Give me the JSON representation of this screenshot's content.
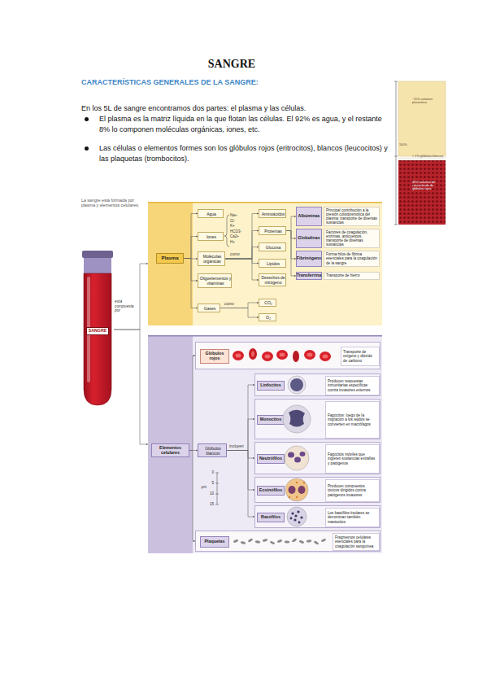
{
  "diagram": {
    "title": "SANGRE",
    "nodes": [
      {
        "text": [
          "SANGRE"
        ]
      },
      {
        "text": [
          "Plasma"
        ]
      },
      {
        "text": [
          "Agua"
        ],
        "in": 1
      },
      {
        "text": [
          "Iones"
        ],
        "in": 1
      },
      {
        "text": [
          "Moléculas orgánicas"
        ],
        "in": 1
      },
      {
        "text": [
          "Oligoelementos y vitaminas"
        ],
        "in": 1
      },
      {
        "text": [
          "Gases"
        ],
        "in": 1
      },
      {
        "text": [
          "Aminoácidos"
        ],
        "in": 1
      },
      {
        "text": [
          "Proteínas"
        ],
        "in": 1
      },
      {
        "text": [
          "Glucosa"
        ],
        "in": 1
      },
      {
        "text": [
          "Lípidos"
        ],
        "in": 1
      },
      {
        "text": [
          "Desechos de nitrógeno"
        ],
        "in": 1
      },
      {
        "text": [
          "CO₂"
        ],
        "in": 1
      },
      {
        "text": [
          "O₂"
        ],
        "in": 1
      },
      {
        "text": [
          "Albúminas",
          "Principal contribución a la presión coloidosmótica del plasma; transporte de diversas sustancias"
        ],
        "in": 1
      },
      {
        "text": [
          "Globulinas",
          "Factores de coagulación, enzimas, anticuerpos, transporte de diversas sustancias"
        ],
        "in": 1
      },
      {
        "text": [
          "Fibrinógeno",
          "Forma hilos de fibrina esenciales para la coagulación de la sangre"
        ],
        "in": 1
      },
      {
        "text": [
          "Transferrina",
          "Transporte de hierro"
        ],
        "in": 1
      },
      {
        "text": [
          "Elementos celulares"
        ]
      },
      {
        "text": [
          "Glóbulos rojos",
          "Transporte de oxígeno y dióxido de carbono"
        ],
        "in": 18
      },
      {
        "text": [
          "Glóbulos blancos"
        ],
        "in": 18
      },
      {
        "text": [
          "Linfocitos",
          "Producen respuestas inmunitarias específicas contra invasores externos"
        ],
        "in": 18
      },
      {
        "text": [
          "Monocitos",
          "Fagocitos: luego de la migración a los tejidos se convierten en macrófagos"
        ],
        "in": 18
      },
      {
        "text": [
          "Neutrófilos",
          "Fagocitos móviles que ingieren sustancias extrañas y patógenos"
        ],
        "in": 18
      },
      {
        "text": [
          "Eosinófilos",
          "Producen compuestos tóxicos dirigidos contra patógenos invasores"
        ],
        "in": 18
      },
      {
        "text": [
          "Basófilos",
          "Los basófilos tisulares se denominan también mastocitos"
        ],
        "in": 18
      },
      {
        "text": [
          "Plaquetas",
          "Fragmentos celulares esenciales para la coagulación sanguínea"
        ],
        "in": 18
      }
    ],
    "edges": [
      {
        "from": 0,
        "to": 1,
        "arrow": "to"
      },
      {
        "from": 0,
        "to": 18,
        "arrow": "to"
      },
      {
        "from": 1,
        "to": 2,
        "arrow": "to"
      },
      {
        "from": 1,
        "to": 3,
        "arrow": "to"
      },
      {
        "from": 1,
        "to": 4,
        "arrow": "to"
      },
      {
        "from": 1,
        "to": 5,
        "arrow": "to"
      },
      {
        "from": 1,
        "to": 6,
        "arrow": "to"
      },
      {
        "from": 4,
        "to": 7,
        "arrow": "to"
      },
      {
        "from": 4,
        "to": 8,
        "arrow": "to"
      },
      {
        "from": 4,
        "to": 9,
        "arrow": "to"
      },
      {
        "from": 4,
        "to": 10,
        "arrow": "to"
      },
      {
        "from": 4,
        "to": 11,
        "arrow": "to"
      },
      {
        "from": 6,
        "to": 12,
        "arrow": "to"
      },
      {
        "from": 6,
        "to": 13,
        "arrow": "to"
      },
      {
        "from": 8,
        "to": 14,
        "arrow": "to"
      },
      {
        "from": 8,
        "to": 15,
        "arrow": "to"
      },
      {
        "from": 8,
        "to": 16,
        "arrow": "to"
      },
      {
        "from": 8,
        "to": 17,
        "arrow": "to"
      },
      {
        "from": 18,
        "to": 19,
        "arrow": "to"
      },
      {
        "from": 18,
        "to": 20,
        "arrow": "to"
      },
      {
        "from": 18,
        "to": 26,
        "arrow": "to"
      },
      {
        "from": 20,
        "to": 21,
        "arrow": "to"
      },
      {
        "from": 20,
        "to": 22,
        "arrow": "to"
      },
      {
        "from": 20,
        "to": 23,
        "arrow": "to"
      },
      {
        "from": 20,
        "to": 24,
        "arrow": "to"
      },
      {
        "from": 20,
        "to": 25,
        "arrow": "to"
      }
    ],
    "labels": [
      "CARACTERÍSTICAS GENERALES DE LA SANGRE:",
      "En los 5L de sangre encontramos dos partes: el plasma y las células.",
      "El plasma es la matriz líquida en la que flotan las células. El 92% es agua, y el restante 8% lo componen moléculas orgánicas, iones, etc.",
      "Las células o elementos formes son los glóbulos rojos (eritrocitos), blancos (leucocitos) y las plaquetas (trombocitos).",
      "~55% volumen plasmático",
      "100%",
      "< 1% glóbulos blancos",
      "45% volumen de concentrado de glóbulos rojos",
      "La sangre está formada por plasma y elementos celulares.",
      "está compuesta por",
      "Na+",
      "Cl-",
      "K+",
      "HCO3-",
      "Ca2+",
      "H+",
      "como",
      "como",
      "incluyen",
      "0",
      "5",
      "10",
      "15",
      "μm"
    ]
  }
}
